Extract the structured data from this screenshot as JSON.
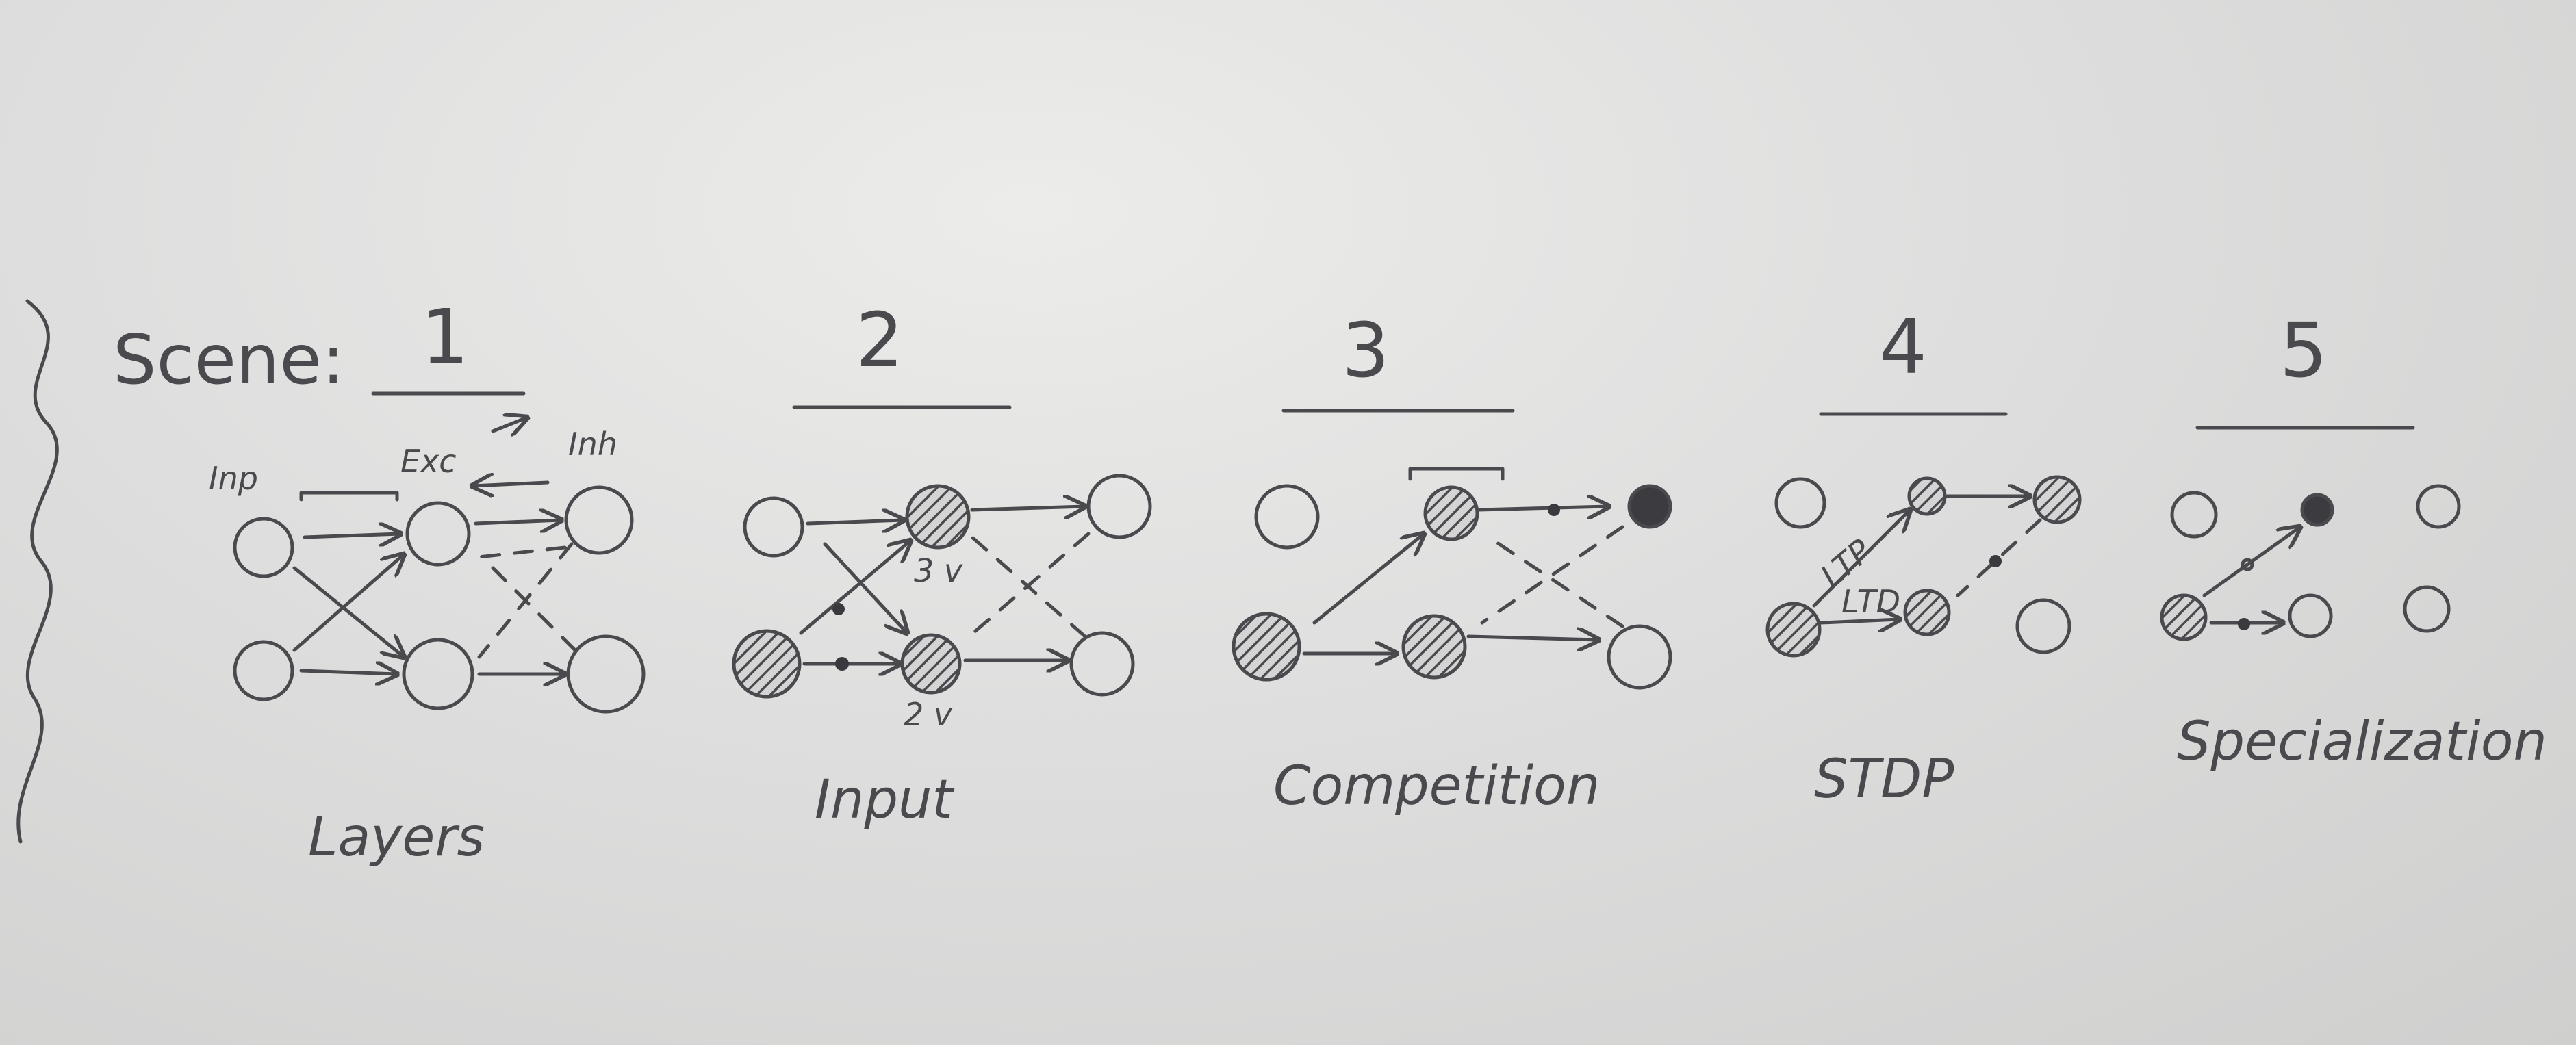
{
  "board": {
    "heading": "Scene:",
    "scenes": [
      {
        "number": "1",
        "caption": "Layers"
      },
      {
        "number": "2",
        "caption": "Input"
      },
      {
        "number": "3",
        "caption": "Competition"
      },
      {
        "number": "4",
        "caption": "STDP"
      },
      {
        "number": "5",
        "caption": "Specialization"
      }
    ],
    "scene1_labels": {
      "inp": "Inp",
      "exc": "Exc",
      "inh": "Inh"
    },
    "scene2_labels": {
      "v_top": "3 v",
      "v_bottom": "2 v"
    },
    "scene4_labels": {
      "ltp": "LTP",
      "ltd": "LTD"
    }
  }
}
